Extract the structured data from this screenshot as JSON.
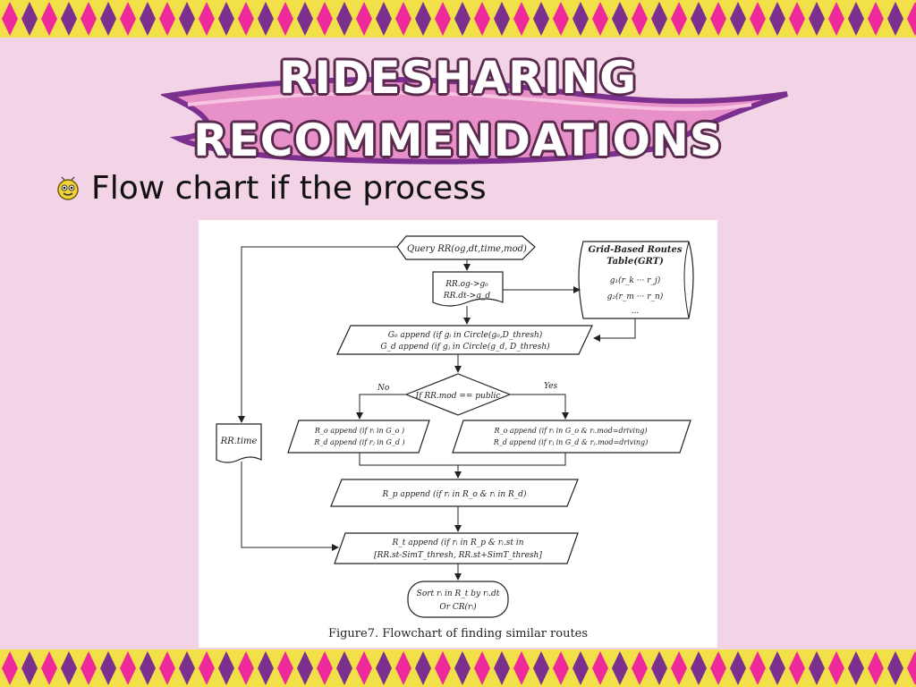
{
  "slide": {
    "title_line1": "RIDESHARING",
    "title_line2": "RECOMMENDATIONS",
    "bullet_text": "Flow chart if the process",
    "bullet_icon": "smiley-bug-icon"
  },
  "colors": {
    "background": "#f3d3e6",
    "band_yellow": "#f2e049",
    "band_magenta": "#ee2a9a",
    "band_purple": "#7b2f8e",
    "banner_pink": "#e890c8",
    "banner_outline": "#7b2f8e"
  },
  "figure": {
    "caption": "Figure7. Flowchart of finding similar routes",
    "nodes": {
      "query": "Query RR(og,dt,time,mod)",
      "rr_map_1": "RR.og->g₀",
      "rr_map_2": "RR.dt->g_d",
      "grt_1": "Grid-Based Routes",
      "grt_2": "Table(GRT)",
      "grt_3": "g₁(r_k ··· r_j)",
      "grt_4": "g₂(r_m ··· r_n)",
      "grt_5": "...",
      "g_append_1": "G₀ append (if gᵢ in Circle(g₀,D_thresh)",
      "g_append_2": "G_d append (if gⱼ in Circle(g_d, D_thresh)",
      "decision": "If RR.mod == public",
      "no_label": "No",
      "yes_label": "Yes",
      "left_box_1": "R_o append (if rᵢ in G_o )",
      "left_box_2": "R_d append (if rⱼ in G_d )",
      "right_box_1": "R_o append (if rᵢ in G_o & rᵢ.mod=driving)",
      "right_box_2": "R_d append (if rⱼ in G_d & rⱼ.mod=driving)",
      "rr_time": "RR.time",
      "rp_append": "R_p append (if rᵢ in R_o & rᵢ in R_d)",
      "rt_append_1": "R_t append (if rᵢ in R_p & rᵢ.st in",
      "rt_append_2": "[RR.st-SimT_thresh, RR.st+SimT_thresh]",
      "sort_1": "Sort rᵢ in R_t by rᵢ.dt",
      "sort_2": "Or CR(rᵢ)"
    }
  }
}
